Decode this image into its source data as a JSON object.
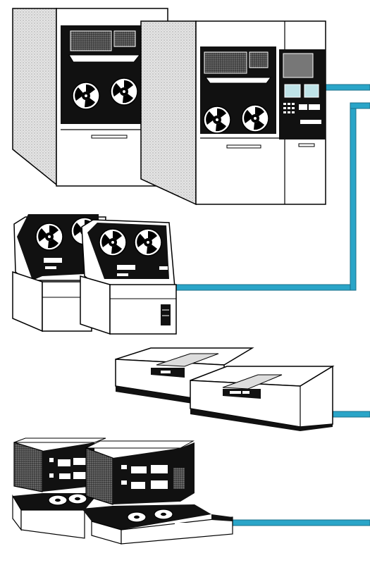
{
  "illustration": {
    "kind": "technical line drawing",
    "groups": [
      {
        "id": "mainframe-tape-cabinets",
        "units": 2
      },
      {
        "id": "reel-tape-drives",
        "units": 2
      },
      {
        "id": "cartridge-tape-units",
        "units": 2
      },
      {
        "id": "tabletop-reel-recorders",
        "units": 2
      }
    ],
    "connector_color": "#2aa5c8",
    "connector_color_dark": "#1a6f8a",
    "panel_black": "#111111",
    "stipple_gray": "#cfcfcf"
  }
}
